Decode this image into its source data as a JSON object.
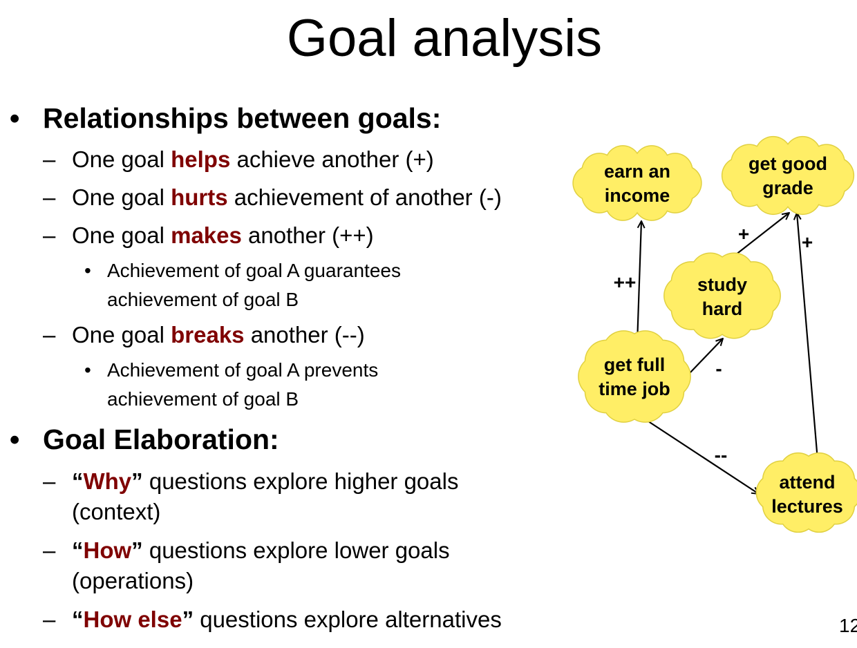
{
  "slide": {
    "title": "Goal analysis",
    "page_number": "12"
  },
  "bullets": {
    "relationships": {
      "heading": "Relationships between goals:",
      "items": [
        {
          "pre": "One goal ",
          "kw": "helps",
          "post": " achieve another (+)"
        },
        {
          "pre": "One goal ",
          "kw": "hurts",
          "post": " achievement of another (-)"
        },
        {
          "pre": "One goal ",
          "kw": "makes",
          "post": " another (++)"
        },
        {
          "pre": "One goal ",
          "kw": "breaks",
          "post": " another (--)"
        }
      ],
      "makes_sub": [
        "Achievement of goal A guarantees",
        "achievement of goal B"
      ],
      "breaks_sub": [
        "Achievement of goal A prevents",
        "achievement of goal B"
      ]
    },
    "elaboration": {
      "heading": "Goal Elaboration:",
      "items": [
        {
          "open": "“",
          "kw": "Why",
          "close": "”",
          "post": " questions explore higher goals",
          "cont": "(context)"
        },
        {
          "open": "“",
          "kw": "How",
          "close": "”",
          "post": " questions explore lower goals",
          "cont": "(operations)"
        },
        {
          "open": "“",
          "kw": "How else",
          "close": "”",
          "post": " questions explore alternatives",
          "cont": ""
        }
      ]
    }
  },
  "diagram": {
    "cloud_color": "#ffee66",
    "cloud_stroke": "#e0d040",
    "nodes": {
      "earn_income": [
        "earn an",
        "income"
      ],
      "good_grade": [
        "get good",
        "grade"
      ],
      "study_hard": [
        "study",
        "hard"
      ],
      "full_time_job": [
        "get full",
        "time job"
      ],
      "attend_lectures": [
        "attend",
        "lectures"
      ]
    },
    "edges": {
      "job_to_income": "++",
      "study_to_grade": "+",
      "lectures_to_grade": "+",
      "job_to_study": "-",
      "job_to_lectures": "--"
    }
  }
}
